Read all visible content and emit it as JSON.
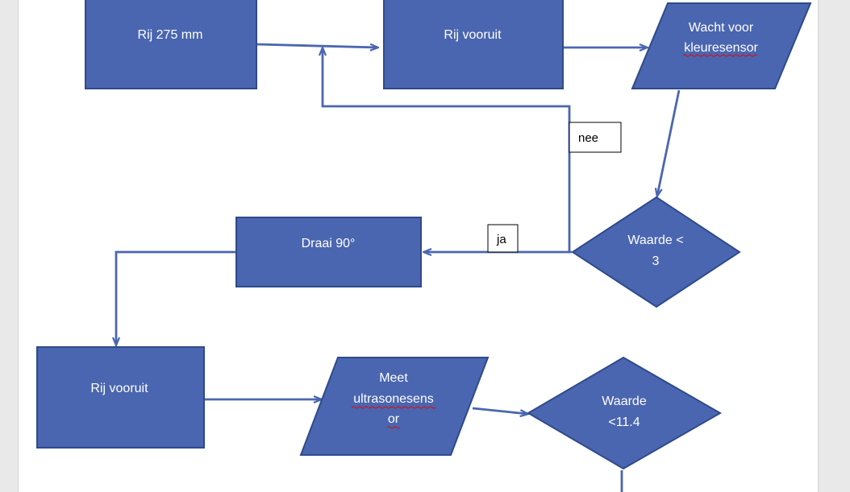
{
  "colors": {
    "shape_fill": "#4a66b0",
    "shape_border": "#2f4a8a",
    "connector": "#4a66b0",
    "label_border": "#000000",
    "spellcheck_underline": "#d0141a"
  },
  "shapes": {
    "rij_275": {
      "line1": "Rij 275 mm"
    },
    "rij_vooruit_top": {
      "line1": "Rij vooruit"
    },
    "wacht_kleuresensor": {
      "line1": "Wacht voor",
      "line2": "kleuresensor"
    },
    "waarde_3": {
      "line1": "Waarde <",
      "line2": "3"
    },
    "draai_90": {
      "line1": "Draai 90°"
    },
    "rij_vooruit_bottom": {
      "line1": "Rij vooruit"
    },
    "meet_ultrasone": {
      "line1": "Meet",
      "line2": "ultrasonesens",
      "line3": "or"
    },
    "waarde_114": {
      "line1": "Waarde",
      "line2": "<11.4"
    }
  },
  "labels": {
    "nee": "nee",
    "ja": "ja"
  }
}
